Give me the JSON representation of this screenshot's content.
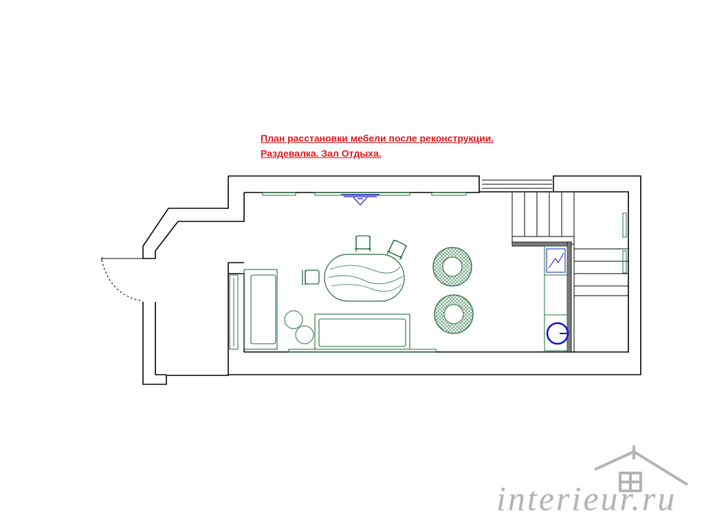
{
  "title": {
    "line1": "План расстановки мебели после реконструкции.",
    "line2": "Раздевалка. Зал Отдыха."
  },
  "watermark": "interieur.ru",
  "colors": {
    "title": "#e3141b",
    "wall": "#000000",
    "furniture": "#1f6b3a",
    "plumbing": "#1010c8",
    "watermark": "#b3b3b3"
  },
  "icons": [
    "house-logo-icon"
  ]
}
